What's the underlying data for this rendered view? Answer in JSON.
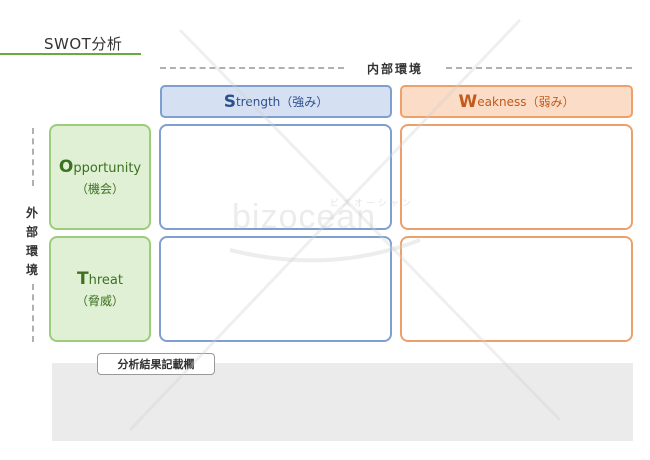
{
  "title": "SWOT分析",
  "internal": {
    "label": "内部環境"
  },
  "external": {
    "label": [
      "外",
      "部",
      "環",
      "境"
    ]
  },
  "columns": {
    "strength": {
      "initial": "S",
      "rest": "trength（強み）"
    },
    "weakness": {
      "initial": "W",
      "rest": "eakness（弱み）"
    }
  },
  "rows": {
    "opportunity": {
      "initial": "O",
      "rest": "pportunity",
      "sub": "（機会）"
    },
    "threat": {
      "initial": "T",
      "rest": "hreat",
      "sub": "（脅威）"
    }
  },
  "result": {
    "label": "分析結果記載欄"
  },
  "watermark": {
    "text": "bizocean",
    "small": "ビズオーシャン"
  },
  "colors": {
    "accent_green": "#6aaa3c",
    "strength_blue": "#7f9fd0",
    "weakness_orange": "#eea06b"
  }
}
